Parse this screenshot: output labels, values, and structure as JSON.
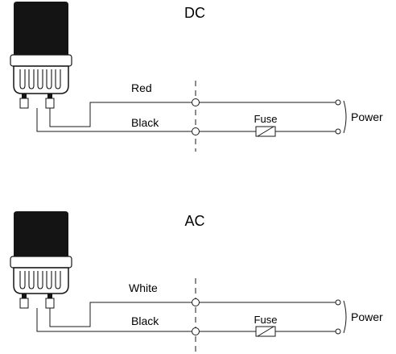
{
  "diagrams": [
    {
      "id": "dc",
      "title": "DC",
      "wire_top_label": "Red",
      "wire_bottom_label": "Black",
      "fuse_label": "Fuse",
      "power_label": "Power"
    },
    {
      "id": "ac",
      "title": "AC",
      "wire_top_label": "White",
      "wire_bottom_label": "Black",
      "fuse_label": "Fuse",
      "power_label": "Power"
    }
  ],
  "colors": {
    "line": "#1a1a1a",
    "lamp": "#141414",
    "background": "#ffffff"
  },
  "icons": {
    "lamp": "signal-tower-lamp-icon",
    "fuse": "fuse-symbol-icon",
    "terminal": "open-circle-terminal-icon",
    "bracket": "power-bracket-icon"
  }
}
